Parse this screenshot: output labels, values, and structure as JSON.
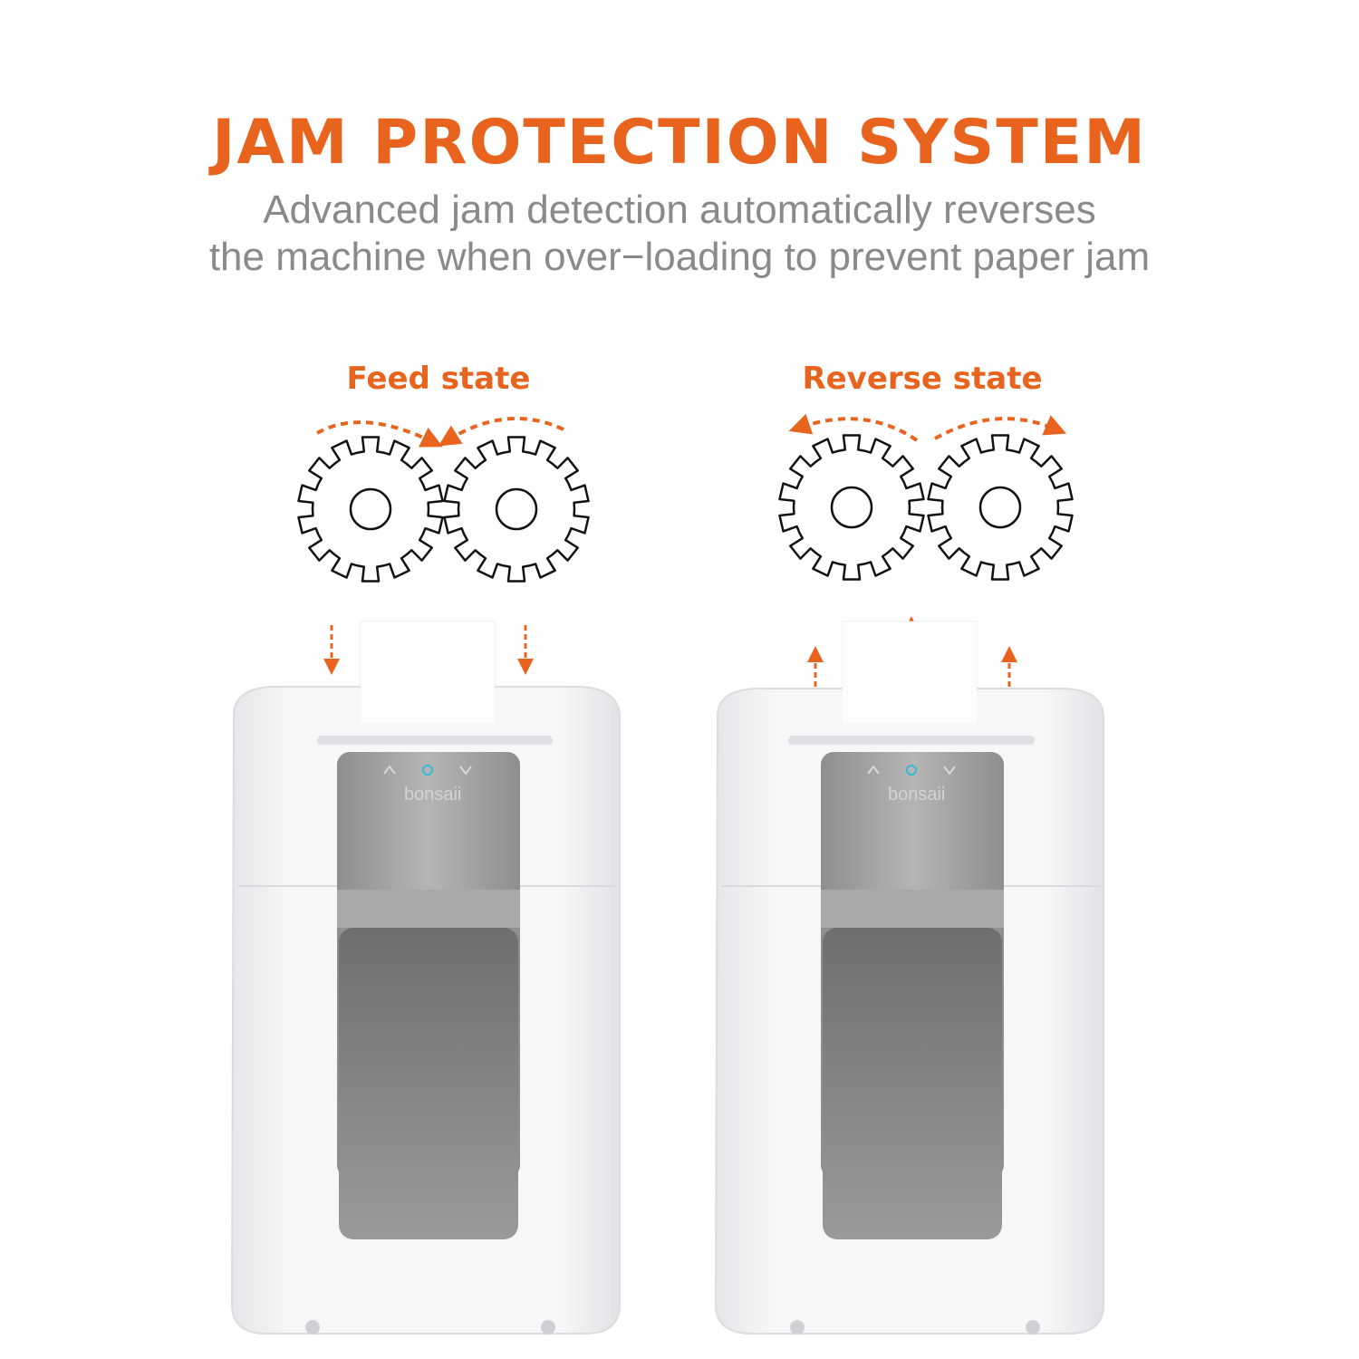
{
  "title": "JAM PROTECTION SYSTEM",
  "subtitle": {
    "line1": "Advanced jam detection automatically reverses",
    "line2": "the machine when over−loading to prevent paper jam"
  },
  "feed": {
    "label": "Feed  state"
  },
  "reverse": {
    "label": "Reverse state"
  },
  "shredder": {
    "brand": "bonsaii"
  },
  "colors": {
    "accent": "#e8641e",
    "subtitle": "#8a8a8a",
    "body": "#f4f4f6",
    "panel": "#9a9a9a"
  },
  "icons": [
    "gear-icon",
    "dashed-arrow-icon",
    "power-icon",
    "chevron-up-icon",
    "chevron-down-icon"
  ]
}
